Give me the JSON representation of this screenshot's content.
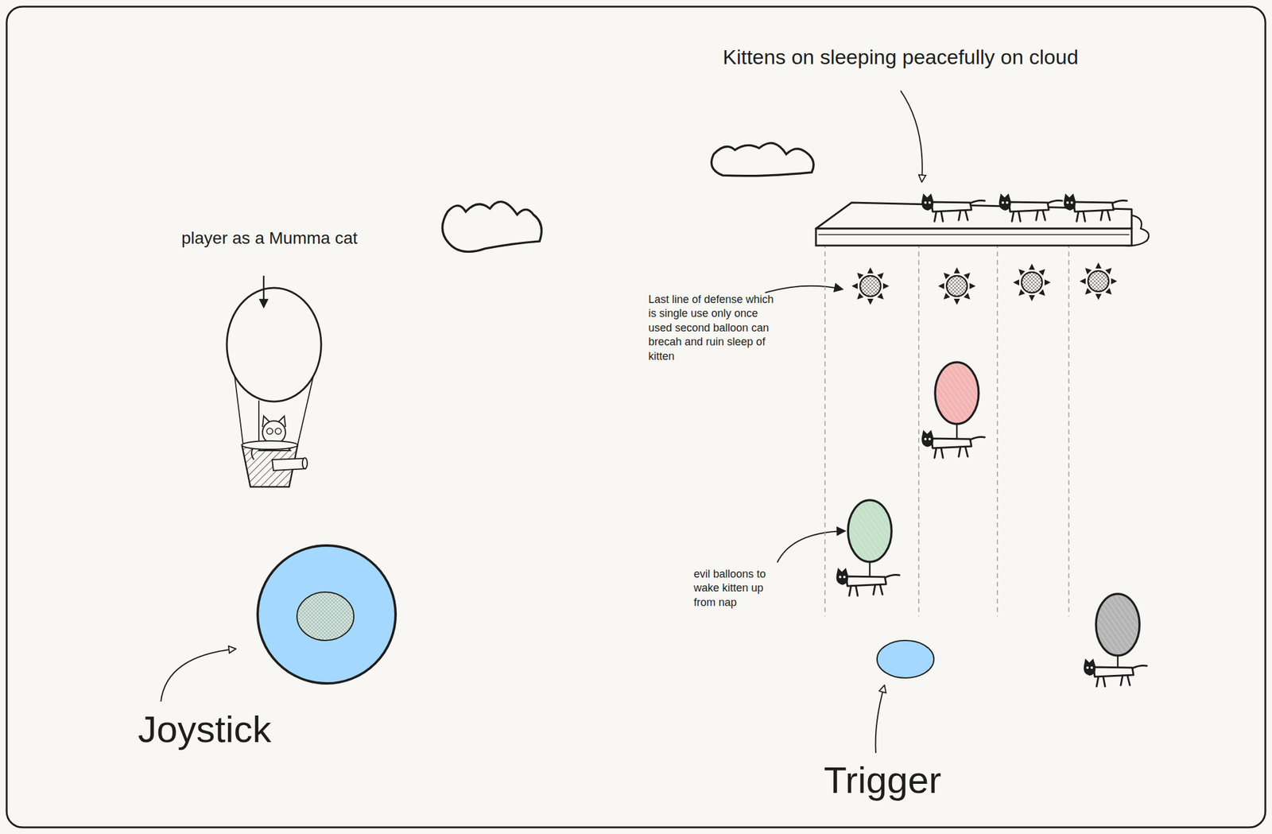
{
  "diagram": {
    "labels": [
      "player as a Mumma cat",
      "Kittens on sleeping peacefully on cloud",
      "Last line of defense which is single use only once used second balloon can brecah and ruin sleep of kitten",
      "evil balloons to wake kitten up from nap",
      "Joystick",
      "Trigger"
    ]
  }
}
